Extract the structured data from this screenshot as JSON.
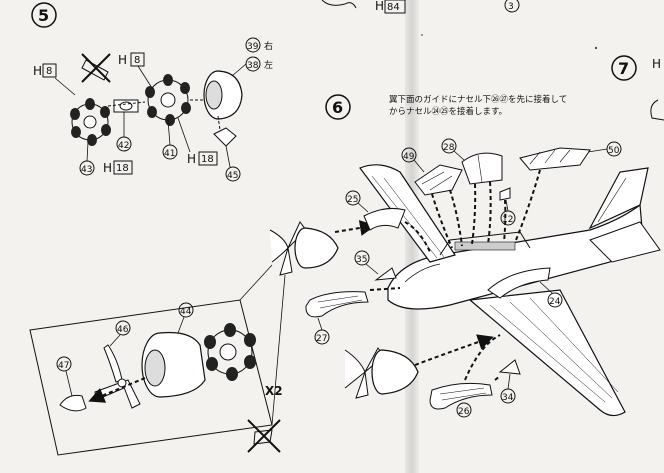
{
  "steps": {
    "step5": "5",
    "step6": "6",
    "step7": "7"
  },
  "top_refs": {
    "h84_letter": "H",
    "h84_num": "84",
    "part3": "3"
  },
  "step5": {
    "h8_left_letter": "H",
    "h8_left_num": "8",
    "h8_right_letter": "H",
    "h8_right_num": "8",
    "h18_left_letter": "H",
    "h18_left_num": "18",
    "h18_right_letter": "H",
    "h18_right_num": "18",
    "p39": "39",
    "p39_side": "右",
    "p38": "38",
    "p38_side": "左",
    "p42": "42",
    "p41": "41",
    "p43": "43",
    "p45": "45"
  },
  "step6": {
    "instruction_line1": "翼下面のガイドにナセル下㉖㉗を先に接着して",
    "instruction_line2": "からナセル㉔㉕を接着します。",
    "p49": "49",
    "p28": "28",
    "p50": "50",
    "p12": "12",
    "p25": "25",
    "p35": "35",
    "p27": "27",
    "p24": "24",
    "p26": "26",
    "p34": "34",
    "p44": "44",
    "p46": "46",
    "p47": "47",
    "x2": "X2"
  },
  "step7": {
    "h_letter": "H"
  },
  "icons": [
    "crossed-out-part-icon",
    "arrow-icon"
  ]
}
